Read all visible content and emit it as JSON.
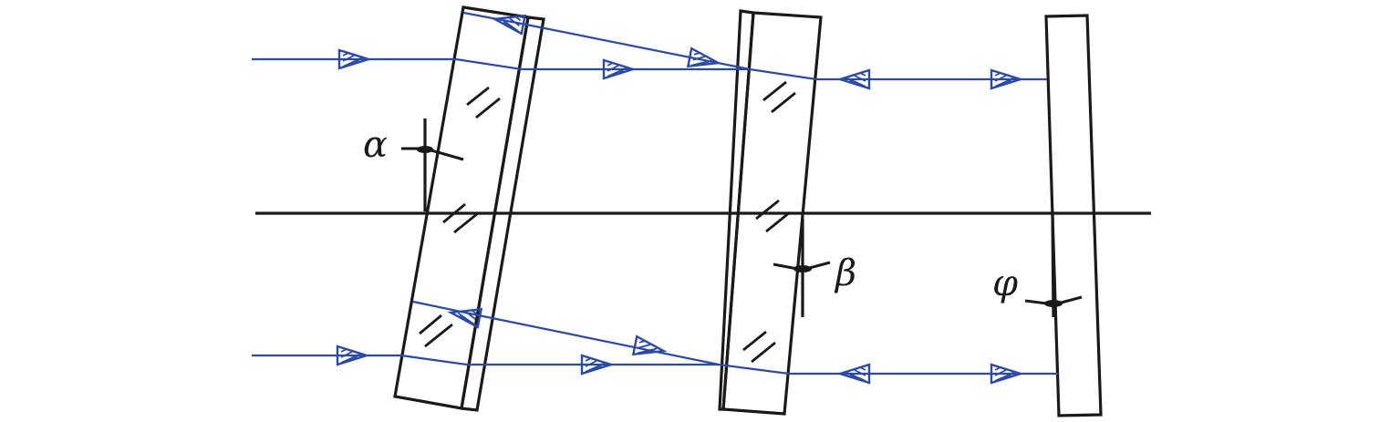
{
  "labels": {
    "alpha": "α",
    "beta": "β",
    "phi": "φ"
  },
  "colors": {
    "ray": "#2b4aa8",
    "outline": "#1a1a1a",
    "background": "#ffffff"
  }
}
